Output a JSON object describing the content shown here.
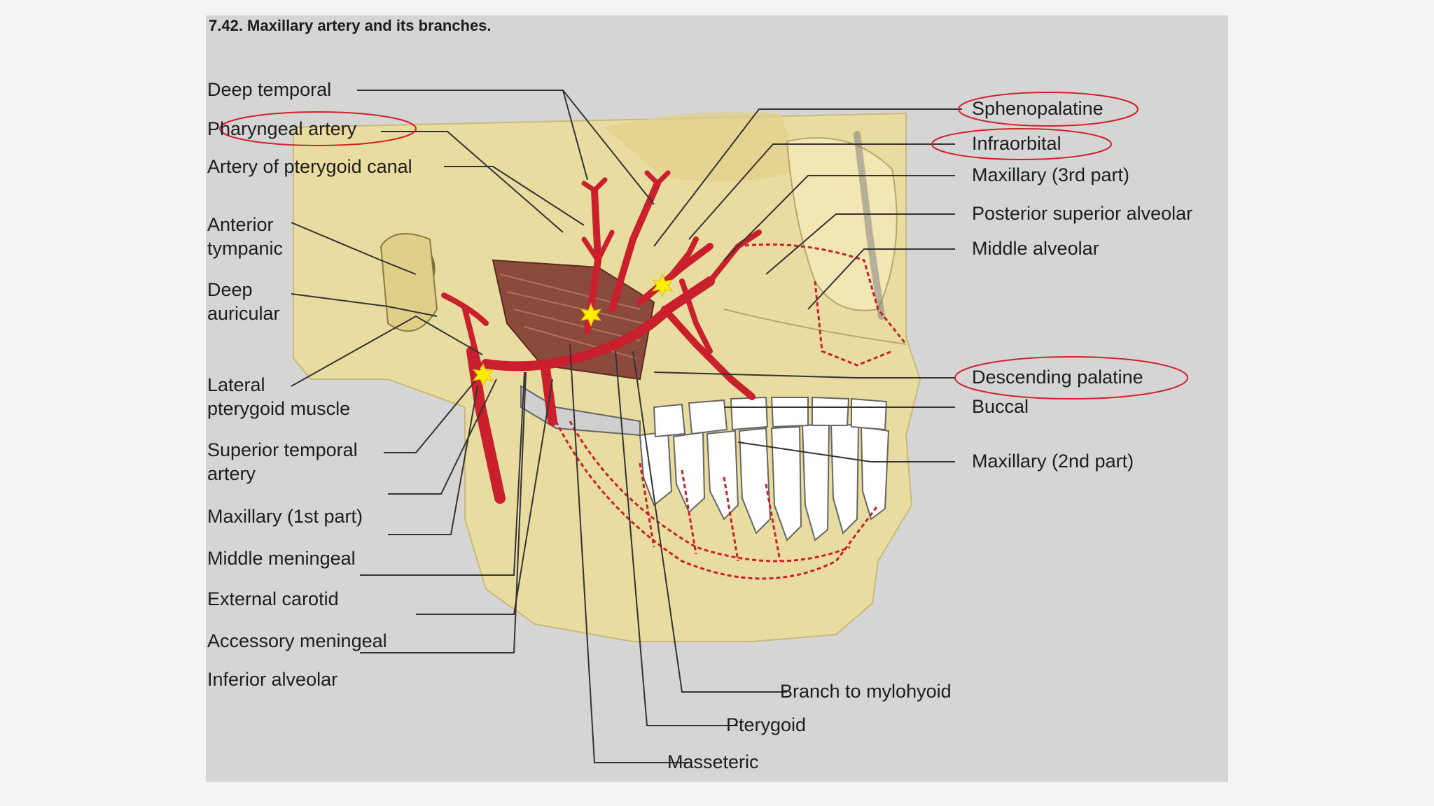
{
  "figure": {
    "title": "7.42. Maxillary artery and its branches."
  },
  "labels_left": [
    {
      "id": "deep-temporal",
      "text": "Deep temporal"
    },
    {
      "id": "pharyngeal-artery",
      "text": "Pharyngeal artery",
      "highlighted": true
    },
    {
      "id": "artery-pterygoid-canal",
      "text": "Artery of pterygoid canal"
    },
    {
      "id": "anterior-tympanic",
      "text": "Anterior\ntympanic"
    },
    {
      "id": "deep-auricular",
      "text": "Deep\nauricular"
    },
    {
      "id": "lateral-pterygoid-muscle",
      "text": "Lateral\npterygoid muscle"
    },
    {
      "id": "superior-temporal-artery",
      "text": "Superior temporal\nartery"
    },
    {
      "id": "maxillary-1st-part",
      "text": "Maxillary (1st part)"
    },
    {
      "id": "middle-meningeal",
      "text": "Middle meningeal"
    },
    {
      "id": "external-carotid",
      "text": "External carotid"
    },
    {
      "id": "accessory-meningeal",
      "text": "Accessory meningeal"
    },
    {
      "id": "inferior-alveolar",
      "text": "Inferior alveolar"
    }
  ],
  "labels_right": [
    {
      "id": "sphenopalatine",
      "text": "Sphenopalatine",
      "highlighted": true
    },
    {
      "id": "infraorbital",
      "text": "Infraorbital",
      "highlighted": true
    },
    {
      "id": "maxillary-3rd-part",
      "text": "Maxillary (3rd part)"
    },
    {
      "id": "posterior-superior-alveolar",
      "text": "Posterior superior alveolar"
    },
    {
      "id": "middle-alveolar",
      "text": "Middle alveolar"
    },
    {
      "id": "descending-palatine",
      "text": "Descending palatine",
      "highlighted": true
    },
    {
      "id": "buccal",
      "text": "Buccal"
    },
    {
      "id": "maxillary-2nd-part",
      "text": "Maxillary (2nd part)"
    }
  ],
  "labels_bottom": [
    {
      "id": "branch-to-mylohyoid",
      "text": "Branch to mylohyoid"
    },
    {
      "id": "pterygoid",
      "text": "Pterygoid"
    },
    {
      "id": "masseteric",
      "text": "Masseteric"
    }
  ],
  "colors": {
    "background": "#f4f4f4",
    "panel": "#d6d5d6",
    "bone": "#e9dca0",
    "artery": "#c8202c",
    "muscle": "#8a4a3c",
    "highlight_ellipse": "#d0222a",
    "marker": "#ffee00"
  }
}
